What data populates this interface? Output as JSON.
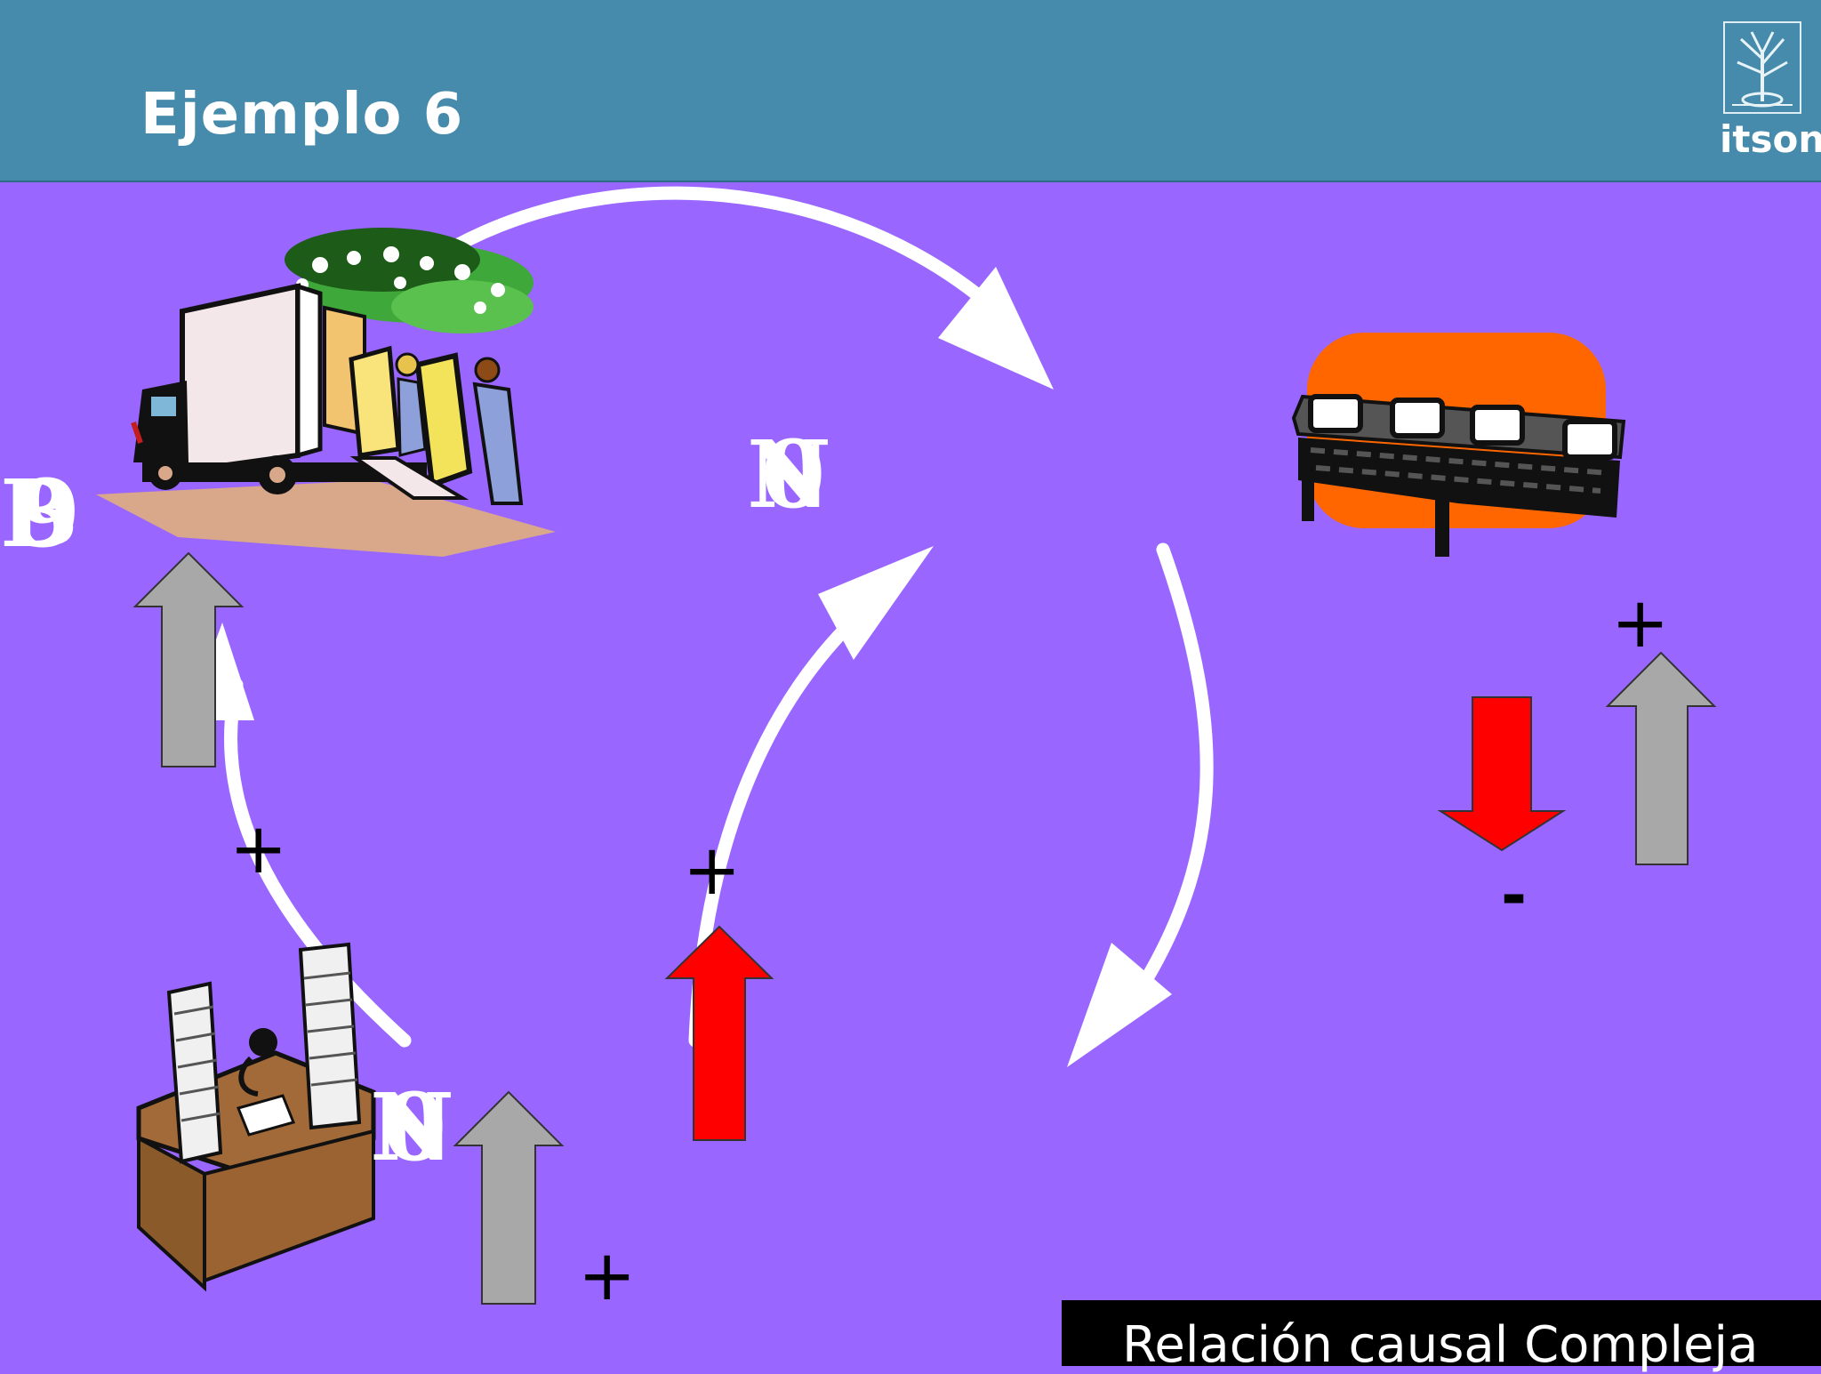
{
  "header": {
    "title": "Ejemplo 6",
    "logo_text": "itson",
    "logo_icon": "itson-emblem-icon",
    "background_color": "#468bab"
  },
  "diagram": {
    "background_color": "#9966ff",
    "loop_color": "#ffffff",
    "increase_arrow_color": "#a8a8a8",
    "decrease_arrow_color": "#ff0000",
    "images": [
      "delivery-truck-icon",
      "conveyor-belt-icon",
      "office-desk-paperwork-icon"
    ],
    "signs": [
      "+",
      "+",
      "+",
      "+",
      "-"
    ],
    "caption": "Relación causal Compleja"
  }
}
